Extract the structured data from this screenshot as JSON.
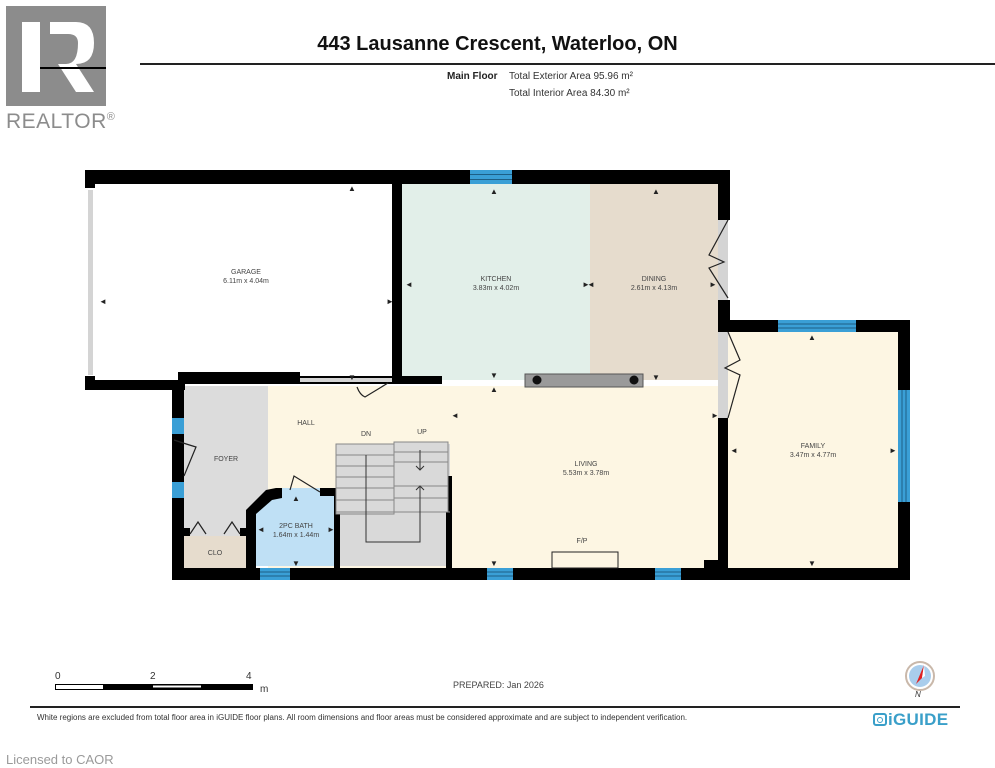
{
  "header": {
    "brand": "REALTOR",
    "brand_mark": "®",
    "title": "443 Lausanne Crescent, Waterloo, ON",
    "floor_label": "Main Floor",
    "exterior_area": "Total Exterior Area 95.96 m²",
    "interior_area": "Total Interior Area 84.30 m²"
  },
  "rooms": {
    "garage": {
      "name": "GARAGE",
      "dims": "6.11m x 4.04m"
    },
    "kitchen": {
      "name": "KITCHEN",
      "dims": "3.83m x 4.02m"
    },
    "dining": {
      "name": "DINING",
      "dims": "2.61m x 4.13m"
    },
    "family": {
      "name": "FAMILY",
      "dims": "3.47m x 4.77m"
    },
    "living": {
      "name": "LIVING",
      "dims": "5.53m x 3.78m"
    },
    "hall": {
      "name": "HALL"
    },
    "foyer": {
      "name": "FOYER"
    },
    "bath": {
      "name": "2PC BATH",
      "dims": "1.64m x 1.44m"
    },
    "closet": {
      "name": "CLO"
    },
    "stairs_down": "DN",
    "stairs_up": "UP",
    "fireplace": "F/P"
  },
  "colors": {
    "wall": "#000000",
    "window": "#3a9fd6",
    "kitchen": "#e2efe9",
    "dining": "#e6dccd",
    "living": "#fdf6e3",
    "foyer": "#dcdcdc",
    "bath": "#bfe0f5",
    "closet": "#e6dccd",
    "stairs": "#d9d9d9",
    "door_opening": "#d4d4d4"
  },
  "scale_bar": {
    "ticks": [
      "0",
      "2",
      "4"
    ],
    "unit": "m"
  },
  "footer": {
    "prepared": "PREPARED: Jan 2026",
    "disclaimer": "White regions are excluded from total floor area in iGUIDE floor plans.  All room dimensions and floor areas must be considered approximate and are subject to independent verification.",
    "brand": "iGUIDE",
    "compass_label": "N"
  },
  "license": "Licensed to CAOR"
}
